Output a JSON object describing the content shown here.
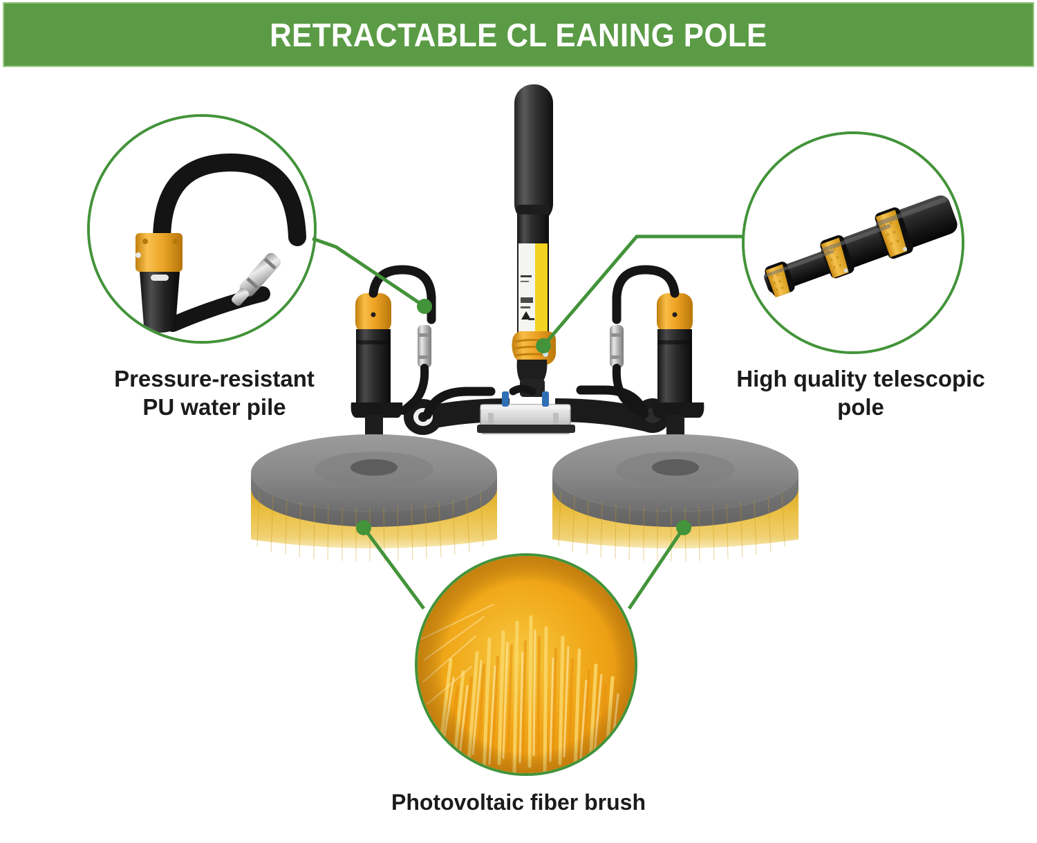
{
  "header": {
    "title": "RETRACTABLE CL EANING POLE",
    "background_color": "#5b9b46",
    "text_color": "#ffffff"
  },
  "theme": {
    "accent_green": "#43933a",
    "banner_green": "#5b9b46",
    "brush_yellow": "#e8bc3c",
    "cap_yellow": "#f0ab27",
    "body_black": "#2b2b2b",
    "disc_grey": "#878787",
    "page_background": "#ffffff",
    "label_text_color": "#1b1b1b"
  },
  "callouts": [
    {
      "id": "pressure-resistant-pu-water-pile",
      "label": "Pressure-resistant\nPU water pile",
      "label_line_1": "Pressure-resistant",
      "label_line_2": "PU water pile",
      "position": "left",
      "depicts": "yellow-capped water pile with black hose and metal quick connector"
    },
    {
      "id": "high-quality-telescopic-pole",
      "label": "High quality telescopic\npole",
      "label_line_1": "High quality telescopic",
      "label_line_2": "pole",
      "position": "right",
      "depicts": "black telescopic pole sections with three yellow clamp levers"
    },
    {
      "id": "photovoltaic-fiber-brush",
      "label": "Photovoltaic fiber brush",
      "label_line_1": "Photovoltaic fiber brush",
      "label_line_2": "",
      "position": "bottom",
      "depicts": "macro close-up of orange-yellow brush fibers"
    }
  ],
  "product": {
    "name": "Retractable cleaning pole with dual rotary brushes",
    "pole_sticker": {
      "visible": true,
      "text": "",
      "stripe_color": "#f2d321"
    },
    "brush_count": 2,
    "brush_bristle_color": "#e8bc3c",
    "brush_disc_color": "#878787",
    "motor_cap_color": "#f0ab27"
  }
}
